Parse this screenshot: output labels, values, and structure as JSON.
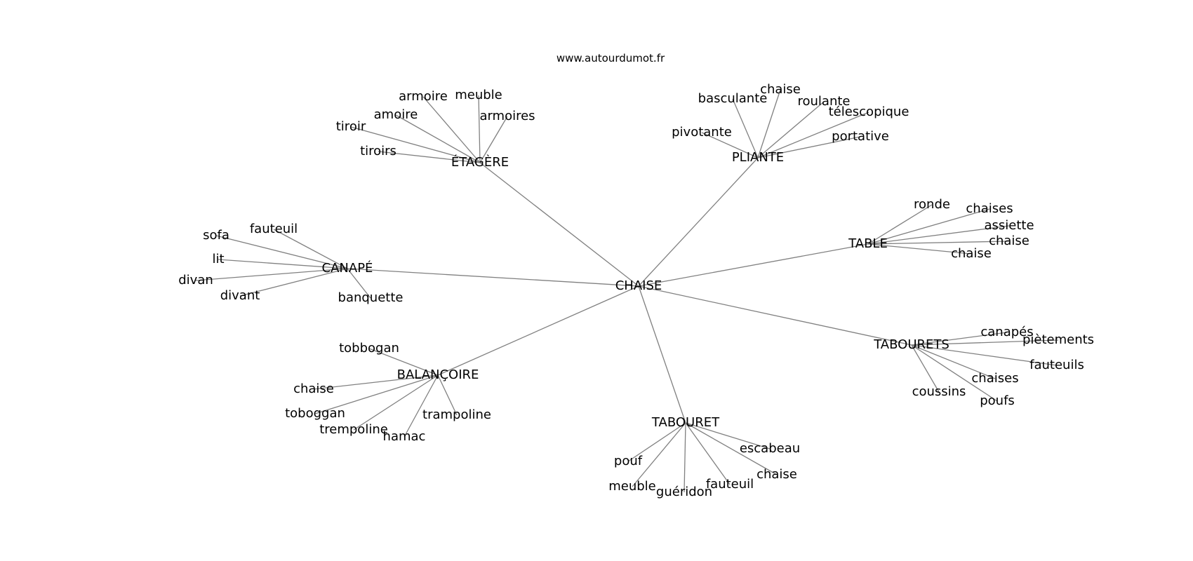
{
  "header": {
    "site": "www.autourdumot.fr"
  },
  "diagram": {
    "center": "CHAISE",
    "clusters": [
      {
        "hub": "ÉTAGÈRE",
        "leaves": [
          "armoire",
          "meuble",
          "amoire",
          "armoires",
          "tiroir",
          "tiroirs"
        ]
      },
      {
        "hub": "PLIANTE",
        "leaves": [
          "chaise",
          "basculante",
          "roulante",
          "télescopique",
          "pivotante",
          "portative"
        ]
      },
      {
        "hub": "TABLE",
        "leaves": [
          "ronde",
          "chaises",
          "assiette",
          "chaise",
          "chaise"
        ]
      },
      {
        "hub": "CANAPÉ",
        "leaves": [
          "fauteuil",
          "sofa",
          "lit",
          "divan",
          "divant",
          "banquette"
        ]
      },
      {
        "hub": "TABOURETS",
        "leaves": [
          "canapés",
          "piètements",
          "fauteuils",
          "chaises",
          "coussins",
          "poufs"
        ]
      },
      {
        "hub": "BALANÇOIRE",
        "leaves": [
          "tobbogan",
          "chaise",
          "toboggan",
          "trempoline",
          "hamac",
          "trampoline"
        ]
      },
      {
        "hub": "TABOURET",
        "leaves": [
          "escabeau",
          "pouf",
          "chaise",
          "fauteuil",
          "meuble",
          "guéridon"
        ]
      }
    ]
  }
}
